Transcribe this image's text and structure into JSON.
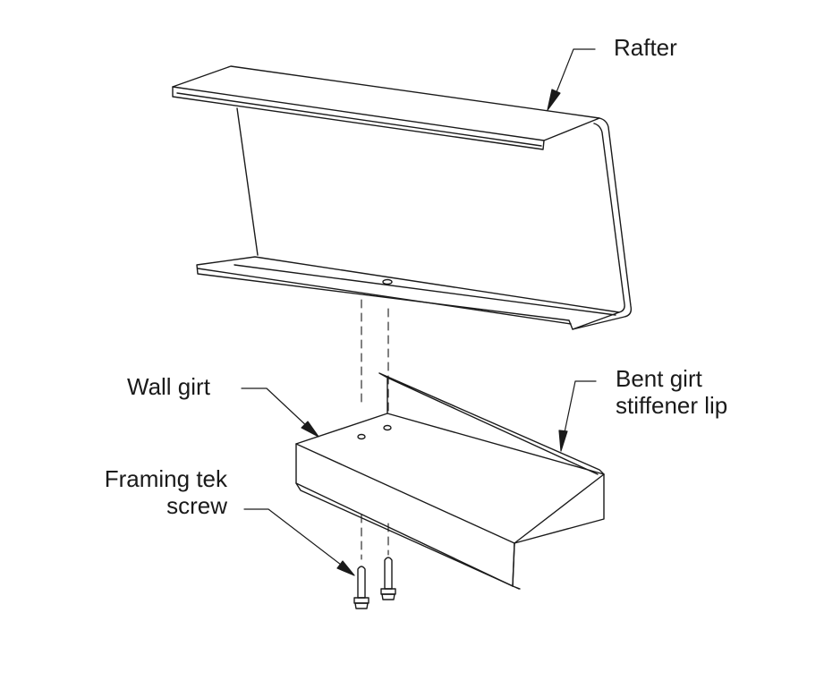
{
  "labels": {
    "rafter": "Rafter",
    "wall_girt": "Wall girt",
    "bent_girt": {
      "line1": "Bent girt",
      "line2": "stiffener lip"
    },
    "framing_screw": {
      "line1": "Framing tek",
      "line2": "screw"
    }
  },
  "colors": {
    "line": "#1a1a1a",
    "background": "#ffffff"
  }
}
